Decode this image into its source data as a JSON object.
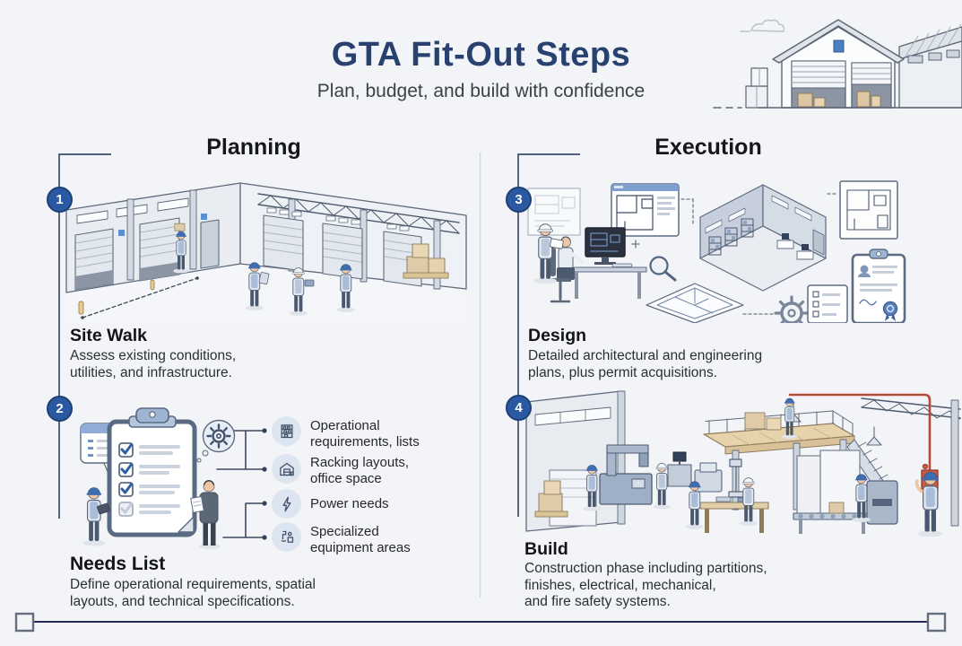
{
  "header": {
    "title": "GTA Fit-Out Steps",
    "subtitle": "Plan, budget, and build with confidence"
  },
  "columns": {
    "left": {
      "label": "Planning"
    },
    "right": {
      "label": "Execution"
    }
  },
  "steps": [
    {
      "number": "1",
      "title": "Site Walk",
      "description_lines": [
        "Assess existing conditions,",
        "utilities, and infrastructure."
      ]
    },
    {
      "number": "2",
      "title": "Needs List",
      "description_lines": [
        "Define operational requirements, spatial",
        "layouts, and technical specifications."
      ],
      "bullets": [
        {
          "icon": "storage-rack-icon",
          "lines": [
            "Operational",
            "requirements, lists"
          ]
        },
        {
          "icon": "warehouse-icon",
          "lines": [
            "Racking layouts,",
            "office space"
          ]
        },
        {
          "icon": "lightning-bolt-icon",
          "lines": [
            "Power needs"
          ]
        },
        {
          "icon": "specialized-equipment-icon",
          "lines": [
            "Specialized",
            "equipment areas"
          ]
        }
      ]
    },
    {
      "number": "3",
      "title": "Design",
      "description_lines": [
        "Detailed architectural and engineering",
        "plans, plus permit acquisitions."
      ]
    },
    {
      "number": "4",
      "title": "Build",
      "description_lines": [
        "Construction phase including partitions,",
        "finishes, electrical, mechanical,",
        "and fire safety systems."
      ]
    }
  ],
  "colors": {
    "background": "#f2f4f7",
    "title_navy": "#29416f",
    "badge_blue": "#2b59a1",
    "rail_line": "#3c4c6a",
    "bottom_line": "#1f2a55",
    "divider": "#d3d8df",
    "accent_blue": "#5b8fd0"
  }
}
